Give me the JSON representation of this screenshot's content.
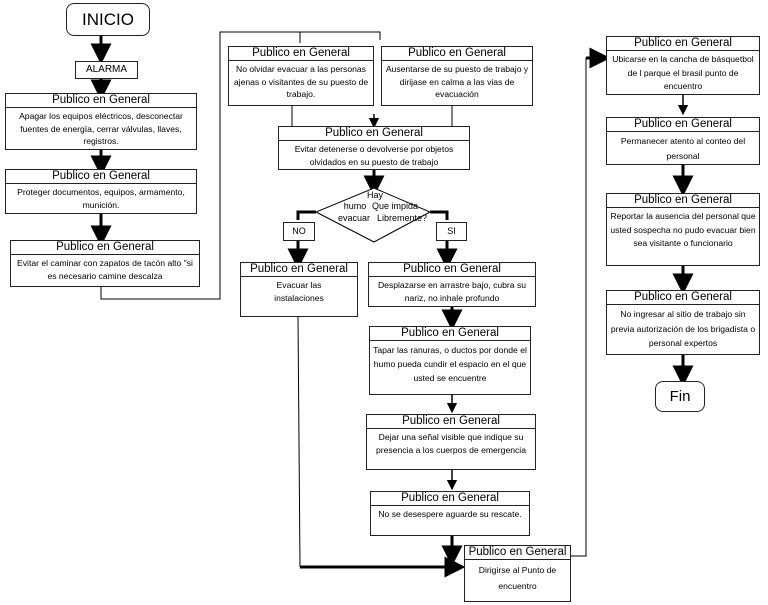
{
  "start": "INICIO",
  "end": "Fin",
  "alarm": "ALARMA",
  "yes": "SI",
  "no": "NO",
  "decision": [
    "Hay",
    "humo",
    "Que impida",
    "evacuar",
    "Libremente?"
  ],
  "boxes": [
    {
      "header": "Publico en General",
      "text": "Apagar los equipos eléctricos, desconectar fuentes de energía, cerrar válvulas, llaves, registros."
    },
    {
      "header": "Publico en General",
      "text": "Proteger documentos, equipos, armamento, munición."
    },
    {
      "header": "Publico en General",
      "text": "Evitar el  caminar con zapatos de tacón alto \"si es necesario camine descalza"
    },
    {
      "header": "Publico en General",
      "text": "No olvidar evacuar a las personas ajenas o visitantes de su puesto de trabajo."
    },
    {
      "header": "Publico en General",
      "text": "Ausentarse de su puesto de trabajo y dirijase en calma a las vias de evacuación"
    },
    {
      "header": "Publico en General",
      "text": "Evitar detenerse o devolverse por objetos olvidados en su puesto de trabajo"
    },
    {
      "header": "Publico en General",
      "text": "Evacuar las instalaciones"
    },
    {
      "header": "Publico en General",
      "text": "Desplazarse en arrastre bajo, cubra su nariz, no inhale profundo"
    },
    {
      "header": "Publico en General",
      "text": "Tapar las ranuras, o ductos por donde el humo pueda cundir el espacio en el que usted se encuentre"
    },
    {
      "header": "Publico en General",
      "text": "Dejar una señal visible que indique su presencia a los cuerpos de emergencia"
    },
    {
      "header": "Publico en General",
      "text": "No se desespere aguarde su rescate."
    },
    {
      "header": "Publico en General",
      "text": "Dirigirse al Punto de encuentro"
    },
    {
      "header": "Publico en General",
      "text": "Ubicarse en la cancha de básquetbol de l parque el brasil punto de encuentro"
    },
    {
      "header": "Publico en General",
      "text": "Permanecer atento al conteo del personal"
    },
    {
      "header": "Publico en General",
      "text": "Reportar la ausencia del personal que usted sospecha no pudo evacuar bien sea visitante o funcionario"
    },
    {
      "header": "Publico en General",
      "text": "No ingresar al sitio de trabajo sin previa autorización de los brigadista o personal expertos"
    }
  ]
}
